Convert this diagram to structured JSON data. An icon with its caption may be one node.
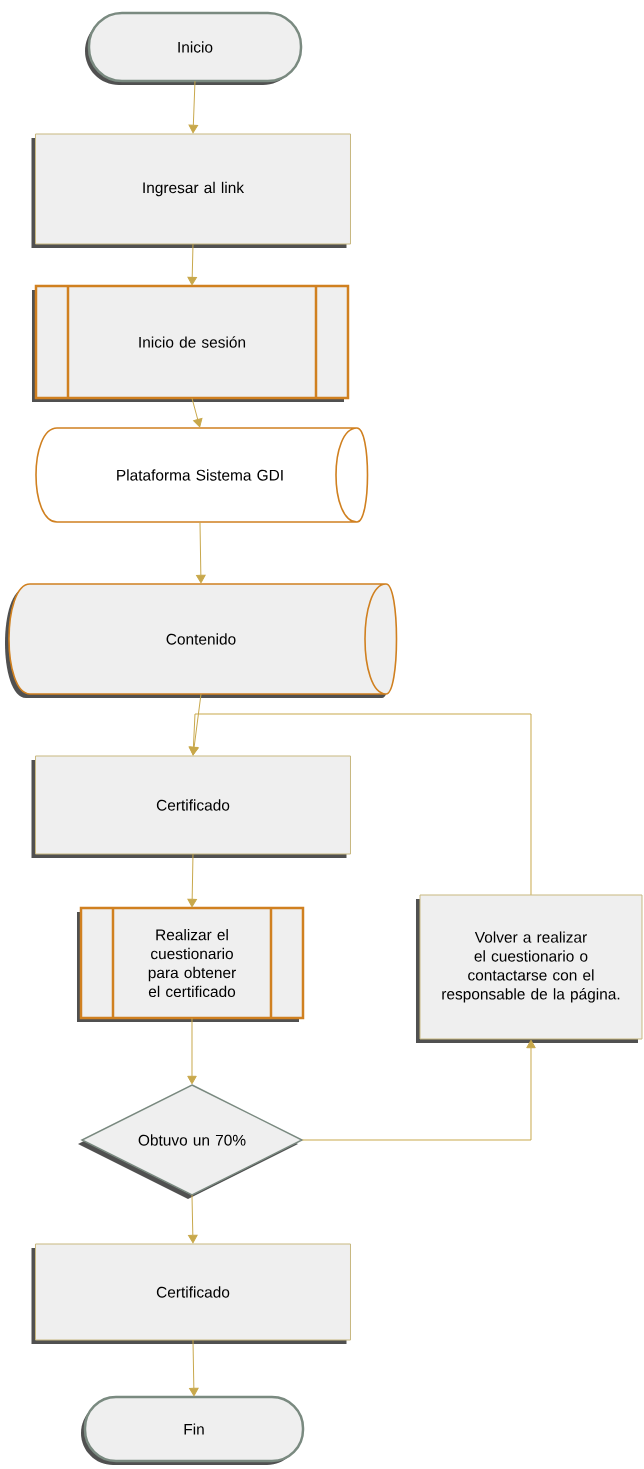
{
  "diagram": {
    "nodes": [
      {
        "text": [
          "Inicio"
        ]
      },
      {
        "text": [
          "Ingresar al link"
        ]
      },
      {
        "text": [
          "Inicio de sesión"
        ]
      },
      {
        "text": [
          "Plataforma Sistema GDI"
        ]
      },
      {
        "text": [
          "Contenido"
        ]
      },
      {
        "text": [
          "Certificado"
        ]
      },
      {
        "text": [
          "Realizar el cuestionario para obtener el certificado"
        ]
      },
      {
        "text": [
          "Obtuvo un 70%"
        ]
      },
      {
        "text": [
          "Volver a realizar el cuestionario o contactarse con el responsable de la página."
        ]
      },
      {
        "text": [
          "Certificado"
        ]
      },
      {
        "text": [
          "Fin"
        ]
      }
    ],
    "edges": [
      {
        "from": 0,
        "to": 1,
        "arrow": "to"
      },
      {
        "from": 1,
        "to": 2,
        "arrow": "to"
      },
      {
        "from": 2,
        "to": 3,
        "arrow": "to"
      },
      {
        "from": 3,
        "to": 4,
        "arrow": "to"
      },
      {
        "from": 4,
        "to": 5,
        "arrow": "to"
      },
      {
        "from": 5,
        "to": 6,
        "arrow": "to"
      },
      {
        "from": 6,
        "to": 7,
        "arrow": "to"
      },
      {
        "from": 7,
        "to": 9,
        "arrow": "to"
      },
      {
        "from": 9,
        "to": 10,
        "arrow": "to"
      },
      {
        "from": 7,
        "to": 8,
        "arrow": "to"
      },
      {
        "from": 8,
        "to": 5,
        "arrow": "to"
      }
    ]
  }
}
